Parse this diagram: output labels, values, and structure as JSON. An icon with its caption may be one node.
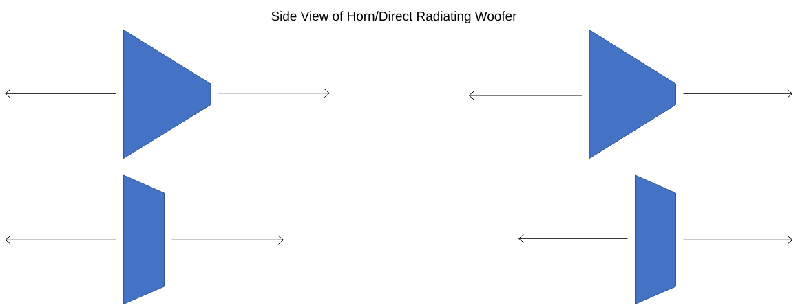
{
  "diagram": {
    "title": "Side View of Horn/Direct Radiating Woofer",
    "nodes": [
      {
        "text": [],
        "shape": "trapezoid"
      },
      {
        "text": [],
        "shape": "trapezoid"
      },
      {
        "text": [],
        "shape": "trapezoid"
      },
      {
        "text": [],
        "shape": "trapezoid"
      }
    ],
    "edges": [
      {
        "from": 0,
        "to": null,
        "arrow": "to"
      },
      {
        "from": 0,
        "to": null,
        "arrow": "to"
      },
      {
        "from": 1,
        "to": null,
        "arrow": "to"
      },
      {
        "from": 1,
        "to": null,
        "arrow": "to"
      },
      {
        "from": 2,
        "to": null,
        "arrow": "to"
      },
      {
        "from": 2,
        "to": null,
        "arrow": "to"
      },
      {
        "from": 3,
        "to": null,
        "arrow": "to"
      },
      {
        "from": 3,
        "to": null,
        "arrow": "to"
      }
    ]
  }
}
